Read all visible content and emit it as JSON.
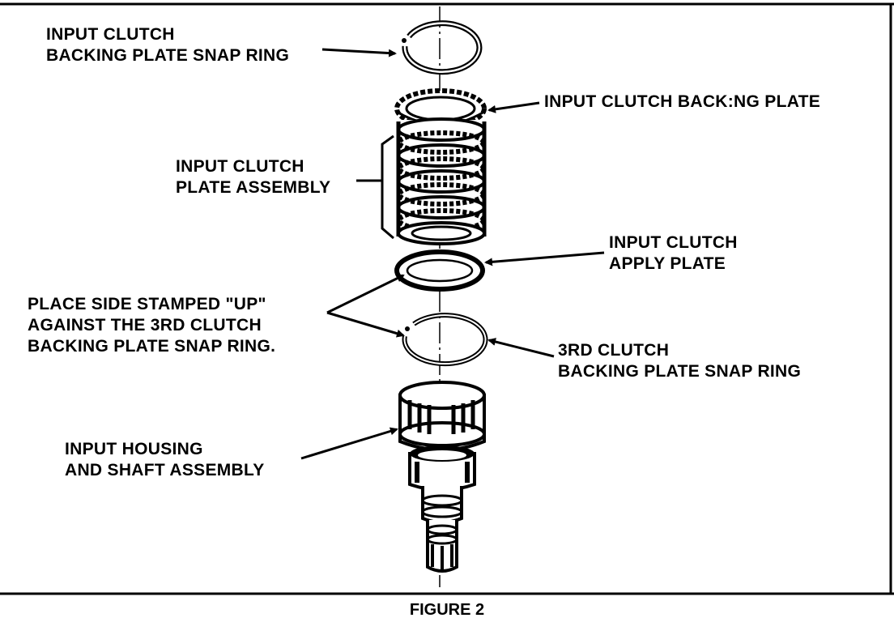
{
  "figure": {
    "caption": "FIGURE 2",
    "labels": {
      "snap_ring_top": [
        "INPUT CLUTCH",
        "BACKING PLATE SNAP RING"
      ],
      "backing_plate": "INPUT CLUTCH BACK:NG PLATE",
      "plate_assembly": [
        "INPUT CLUTCH",
        "PLATE ASSEMBLY"
      ],
      "apply_plate": [
        "INPUT CLUTCH",
        "APPLY PLATE"
      ],
      "stamped_note": [
        "PLACE SIDE STAMPED \"UP\"",
        "AGAINST THE 3RD CLUTCH",
        "BACKING  PLATE SNAP RING."
      ],
      "third_snap_ring": [
        "3RD CLUTCH",
        "BACKING PLATE SNAP RING"
      ],
      "housing": [
        "INPUT HOUSING",
        "AND SHAFT ASSEMBLY"
      ]
    }
  }
}
